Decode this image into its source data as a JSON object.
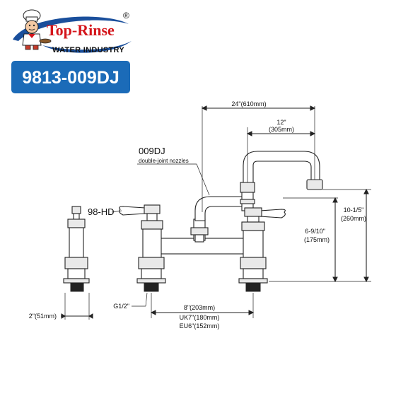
{
  "brand": {
    "name": "Top-Rinse",
    "subtitle": "WATER INDUSTRY",
    "registered_mark": "®",
    "accent_color": "#d4151b",
    "swoosh_color": "#1a4f9c"
  },
  "model": {
    "code": "9813-009DJ",
    "badge_color": "#1b6bb8"
  },
  "labels": {
    "part_009dj": "009DJ",
    "part_009dj_desc": "double-joint nozzles",
    "part_98hd": "98-HD"
  },
  "dimensions": {
    "spout_reach": "24\"(610mm)",
    "spout_offset_in": "12\"",
    "spout_offset_mm": "(305mm)",
    "overall_height_in": "10-1/5\"",
    "overall_height_mm": "(260mm)",
    "handle_height_in": "6-9/10\"",
    "handle_height_mm": "(175mm)",
    "thread": "G1/2\"",
    "centers_us": "8\"(203mm)",
    "centers_uk": "UK7\"(180mm)",
    "centers_eu": "EU6\"(152mm)",
    "shank_width": "2\"(51mm)"
  }
}
